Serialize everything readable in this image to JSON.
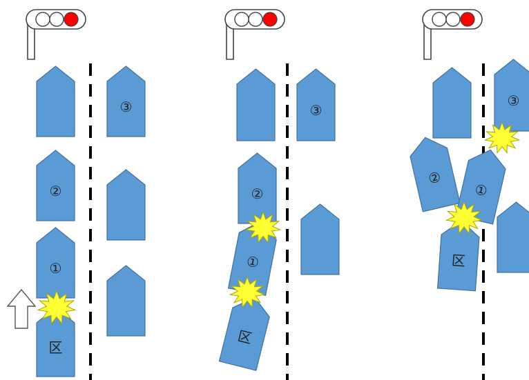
{
  "colors": {
    "car_fill": "#5b9bd5",
    "car_stroke": "#41719c",
    "collision_burst": "#ffff33",
    "signal_red": "#ff0000",
    "lane_line": "#000000",
    "background": "#ffffff"
  },
  "icons": {
    "traffic_signal": "traffic-light-red-icon",
    "direction_arrow": "up-arrow-icon",
    "collision": "collision-burst-icon"
  },
  "panels": [
    {
      "signal_state": "red",
      "cars": [
        {
          "label": ""
        },
        {
          "label": "③"
        },
        {
          "label": "②"
        },
        {
          "label": ""
        },
        {
          "label": "①"
        },
        {
          "label": ""
        },
        {
          "label": "区"
        }
      ]
    },
    {
      "signal_state": "red",
      "cars": [
        {
          "label": ""
        },
        {
          "label": "③"
        },
        {
          "label": "②"
        },
        {
          "label": ""
        },
        {
          "label": "①"
        },
        {
          "label": "区"
        }
      ]
    },
    {
      "signal_state": "red",
      "cars": [
        {
          "label": ""
        },
        {
          "label": "③"
        },
        {
          "label": "②"
        },
        {
          "label": "①"
        },
        {
          "label": ""
        },
        {
          "label": "区"
        }
      ]
    }
  ]
}
